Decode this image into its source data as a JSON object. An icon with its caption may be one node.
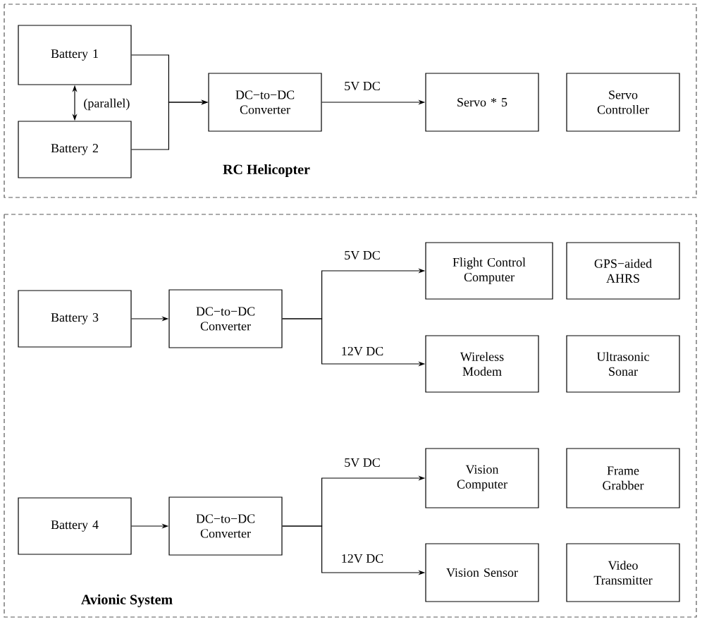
{
  "diagram": {
    "nodes": [
      {
        "text": [
          "RC Helicopter"
        ]
      },
      {
        "text": [
          "Battery 1"
        ],
        "in": 0
      },
      {
        "text": [
          "Battery 2"
        ],
        "in": 0
      },
      {
        "text": [
          "DC−to−DC Converter"
        ],
        "in": 0
      },
      {
        "text": [
          "Servo * 5"
        ],
        "in": 0
      },
      {
        "text": [
          "Servo Controller"
        ],
        "in": 0
      },
      {
        "text": [
          "Avionic System"
        ]
      },
      {
        "text": [
          "Battery 3"
        ],
        "in": 6
      },
      {
        "text": [
          "DC−to−DC Converter"
        ],
        "in": 6
      },
      {
        "text": [
          "Flight Control Computer"
        ],
        "in": 6
      },
      {
        "text": [
          "GPS−aided AHRS"
        ],
        "in": 6
      },
      {
        "text": [
          "Wireless Modem"
        ],
        "in": 6
      },
      {
        "text": [
          "Ultrasonic Sonar"
        ],
        "in": 6
      },
      {
        "text": [
          "Battery 4"
        ],
        "in": 6
      },
      {
        "text": [
          "DC−to−DC Converter"
        ],
        "in": 6
      },
      {
        "text": [
          "Vision Computer"
        ],
        "in": 6
      },
      {
        "text": [
          "Frame Grabber"
        ],
        "in": 6
      },
      {
        "text": [
          "Vision Sensor"
        ],
        "in": 6
      },
      {
        "text": [
          "Video Transmitter"
        ],
        "in": 6
      }
    ],
    "edges": [
      {
        "from": 1,
        "to": 2,
        "arrow": "both",
        "label": "(parallel)"
      },
      {
        "from": 1,
        "to": 3,
        "arrow": "to"
      },
      {
        "from": 2,
        "to": 3,
        "arrow": "to"
      },
      {
        "from": 3,
        "to": 4,
        "arrow": "to",
        "label": "5V DC"
      },
      {
        "from": 7,
        "to": 8,
        "arrow": "to"
      },
      {
        "from": 8,
        "to": 9,
        "arrow": "to",
        "label": "5V DC"
      },
      {
        "from": 8,
        "to": 11,
        "arrow": "to",
        "label": "12V DC"
      },
      {
        "from": 13,
        "to": 14,
        "arrow": "to"
      },
      {
        "from": 14,
        "to": 15,
        "arrow": "to",
        "label": "5V DC"
      },
      {
        "from": 14,
        "to": 17,
        "arrow": "to",
        "label": "12V DC"
      }
    ]
  }
}
